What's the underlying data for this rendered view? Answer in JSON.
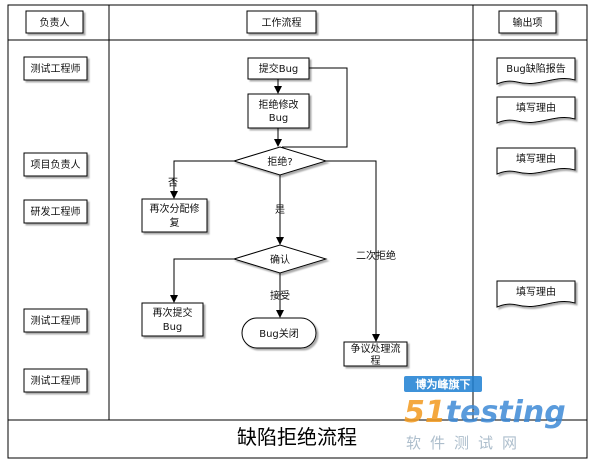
{
  "headers": {
    "owner": "负责人",
    "process": "工作流程",
    "output": "输出项"
  },
  "owners": {
    "test1": "测试工程师",
    "pm": "项目负责人",
    "dev": "研发工程师",
    "test2": "测试工程师",
    "test3": "测试工程师"
  },
  "nodes": {
    "submit_bug": "提交Bug",
    "reject_fix_line1": "拒绝修改",
    "reject_fix_line2": "Bug",
    "reject_decision": "拒绝?",
    "reassign_line1": "再次分配修",
    "reassign_line2": "复",
    "confirm_decision": "确认",
    "resubmit_line1": "再次提交",
    "resubmit_line2": "Bug",
    "close_bug": "Bug关闭",
    "dispute_line1": "争议处理流",
    "dispute_line2": "程"
  },
  "edge_labels": {
    "no": "否",
    "yes": "是",
    "accept": "接受",
    "second_reject": "二次拒绝"
  },
  "outputs": {
    "bug_report": "Bug缺陷报告",
    "reason1": "填写理由",
    "reason2": "填写理由",
    "reason3": "填写理由"
  },
  "footer": {
    "title": "缺陷拒绝流程"
  },
  "watermark": {
    "badge": "博为峰旗下",
    "brand_prefix": "51",
    "brand_suffix": "testing",
    "tagline": "软件测试网"
  }
}
